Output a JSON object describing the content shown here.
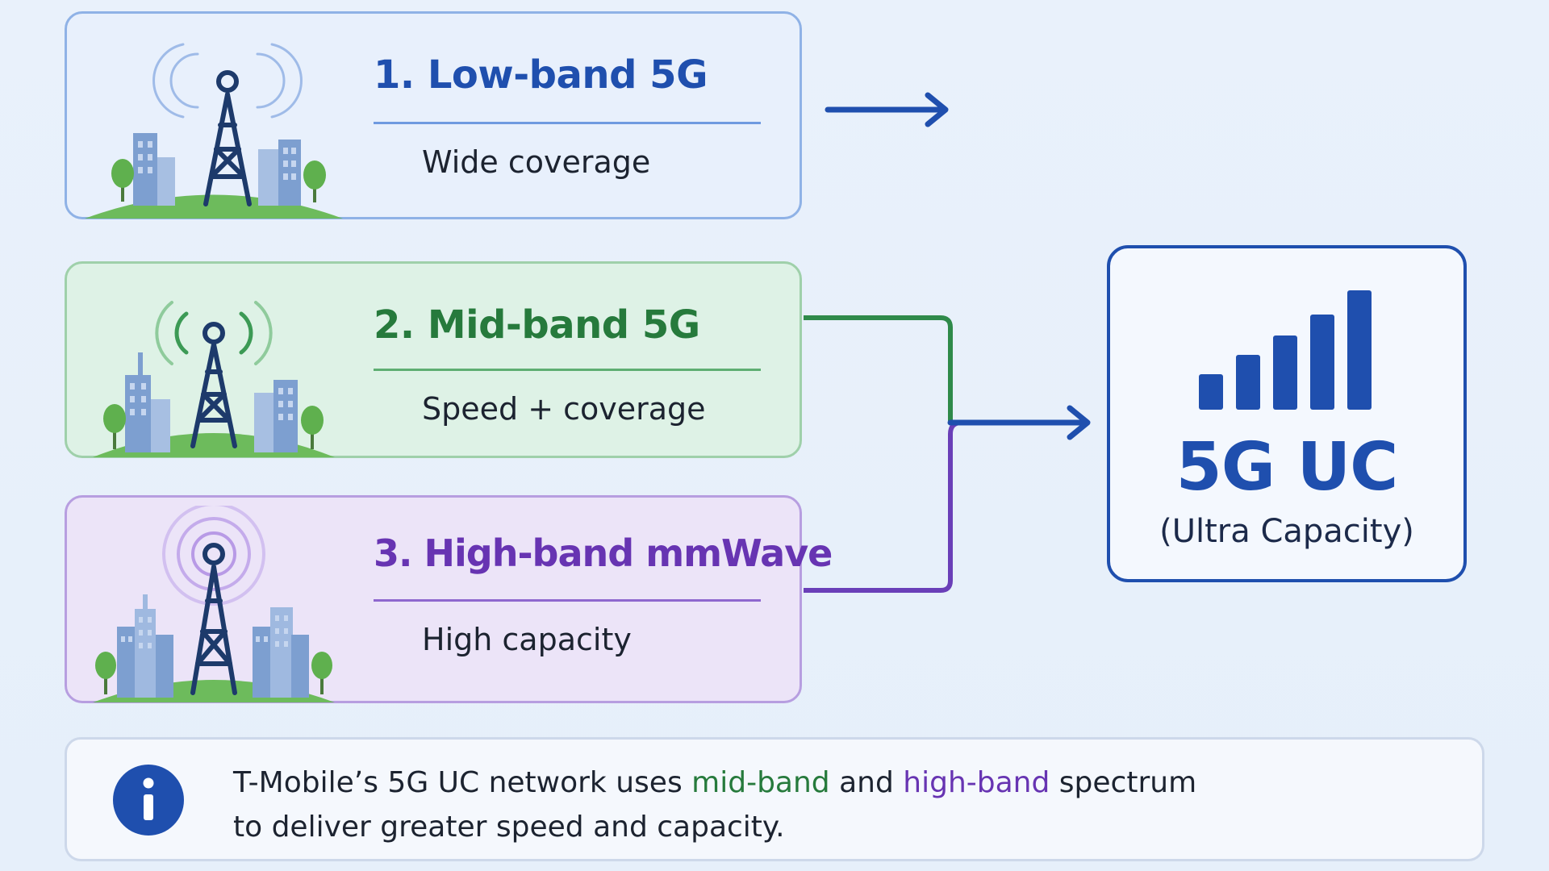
{
  "bands": [
    {
      "title": "1. Low-band 5G",
      "subtitle": "Wide coverage"
    },
    {
      "title": "2. Mid-band 5G",
      "subtitle": "Speed + coverage"
    },
    {
      "title": "3. High-band mmWave",
      "subtitle": "High capacity"
    }
  ],
  "result": {
    "title": "5G UC",
    "subtitle": "(Ultra Capacity)",
    "icon": "signal-bars-icon"
  },
  "info": {
    "icon": "info-icon",
    "line1_before": "T-Mobile’s 5G UC network uses ",
    "line1_mid": "mid-band",
    "line1_and": " and ",
    "line1_high": "high-band",
    "line1_after": " spectrum",
    "line2": "to deliver greater speed and capacity."
  },
  "colors": {
    "low": "#1f4fae",
    "mid": "#267a3c",
    "high": "#6734b2",
    "accent": "#1f4fae"
  }
}
